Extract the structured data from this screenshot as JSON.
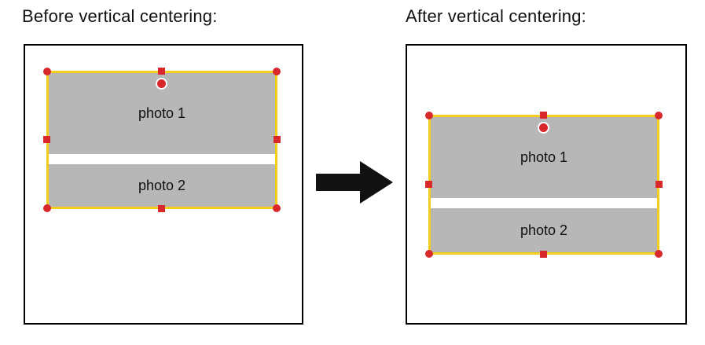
{
  "figure": {
    "description": "Illustration of vertical centering of a selected group of two photos on a page"
  },
  "before": {
    "title": "Before vertical centering:",
    "photos": [
      {
        "label": "photo 1"
      },
      {
        "label": "photo 2"
      }
    ]
  },
  "after": {
    "title": "After vertical centering:",
    "photos": [
      {
        "label": "photo 1"
      },
      {
        "label": "photo 2"
      }
    ]
  },
  "icons": {
    "arrow": "right-arrow"
  },
  "colors": {
    "selection_border": "#f2cd1e",
    "handle_red": "#d9282b",
    "photo_gray": "#b7b7b7",
    "page_border": "#000000",
    "arrow_black": "#111111",
    "background": "#ffffff"
  }
}
